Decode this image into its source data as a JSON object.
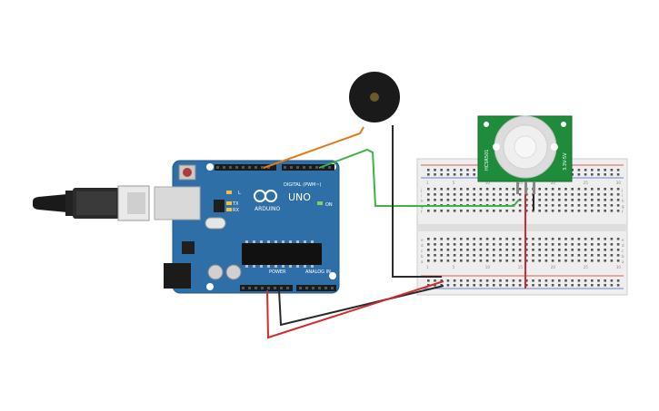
{
  "arduino": {
    "board_name": "UNO",
    "brand": "ARDUINO",
    "digital_header_label": "DIGITAL (PWM~)",
    "power_label": "POWER",
    "analog_label": "ANALOG IN",
    "on_label": "ON",
    "tx_label": "TX",
    "rx_label": "RX",
    "l_label": "L",
    "board_color": "#2d6fa6"
  },
  "pir_sensor": {
    "side_label_left": "HCSR501",
    "side_label_right": "3.3V-5V"
  },
  "breadboard": {
    "column_numbers": [
      "1",
      "5",
      "10",
      "15",
      "20",
      "25",
      "30"
    ],
    "row_letters_top": [
      "j",
      "i",
      "h",
      "g",
      "f"
    ],
    "row_letters_bottom": [
      "e",
      "d",
      "c",
      "b",
      "a"
    ]
  },
  "wires": {
    "colors": {
      "orange": "#e07b1a",
      "green": "#3db34a",
      "black": "#2a2a2a",
      "red": "#d22b2b"
    }
  }
}
